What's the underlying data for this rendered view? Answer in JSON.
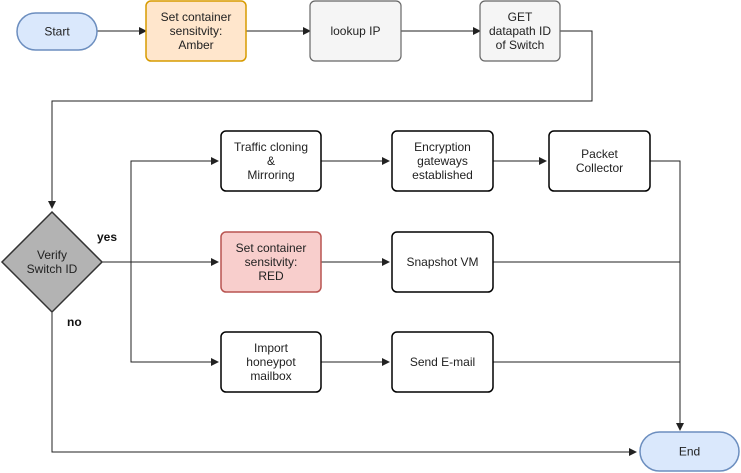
{
  "nodes": {
    "start": {
      "lines": [
        "Start"
      ]
    },
    "amber": {
      "lines": [
        "Set container",
        "sensitvity:",
        "Amber"
      ]
    },
    "lookup": {
      "lines": [
        "lookup IP"
      ]
    },
    "getdpid": {
      "lines": [
        "GET",
        "datapath ID",
        "of Switch"
      ]
    },
    "verify": {
      "lines": [
        "Verify",
        "Switch ID"
      ]
    },
    "traffic": {
      "lines": [
        "Traffic cloning",
        "&",
        "Mirroring"
      ]
    },
    "encrypt": {
      "lines": [
        "Encryption",
        "gateways",
        "established"
      ]
    },
    "packet": {
      "lines": [
        "Packet",
        "Collector"
      ]
    },
    "red": {
      "lines": [
        "Set container",
        "sensitvity:",
        "RED"
      ]
    },
    "snapshot": {
      "lines": [
        "Snapshot VM"
      ]
    },
    "honeypot": {
      "lines": [
        "Import",
        "honeypot",
        "mailbox"
      ]
    },
    "email": {
      "lines": [
        "Send E-mail"
      ]
    },
    "end": {
      "lines": [
        "End"
      ]
    }
  },
  "edge_labels": {
    "yes": "yes",
    "no": "no"
  },
  "colors": {
    "terminal_fill": "#dae8fc",
    "terminal_stroke": "#6c8ebf",
    "amber_fill": "#ffe6cc",
    "amber_stroke": "#d79b00",
    "gray_fill": "#f5f5f5",
    "gray_stroke": "#666666",
    "red_fill": "#f8cecc",
    "red_stroke": "#b85450",
    "decision_fill": "#b3b3b3",
    "decision_stroke": "#333333",
    "box_stroke": "#000000"
  }
}
